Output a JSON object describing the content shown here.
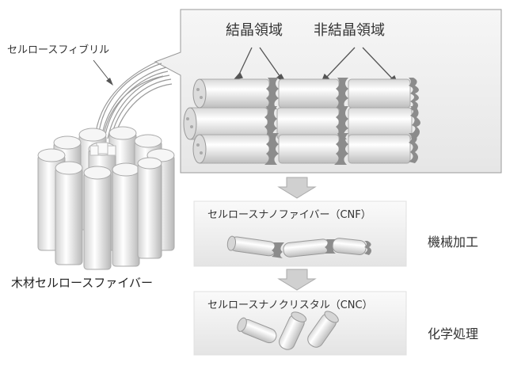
{
  "labels": {
    "fibril": "セルロースフィブリル",
    "wood_fiber": "木材セルロースファイバー",
    "crystalline": "結晶領域",
    "noncrystalline": "非結晶領域",
    "cnf": "セルロースナノファイバー（CNF）",
    "cnc": "セルロースナノクリスタル（CNC）",
    "mechanical": "機械加工",
    "chemical": "化学処理"
  },
  "colors": {
    "panel_fill": "#efefef",
    "panel_border": "#9a9a9a",
    "fiber_body": "#f4f4f4",
    "fiber_shadow": "#c8c8c8",
    "noncrystalline_fill": "#8c8c8c",
    "arrow_fill": "#d0d0d0"
  }
}
